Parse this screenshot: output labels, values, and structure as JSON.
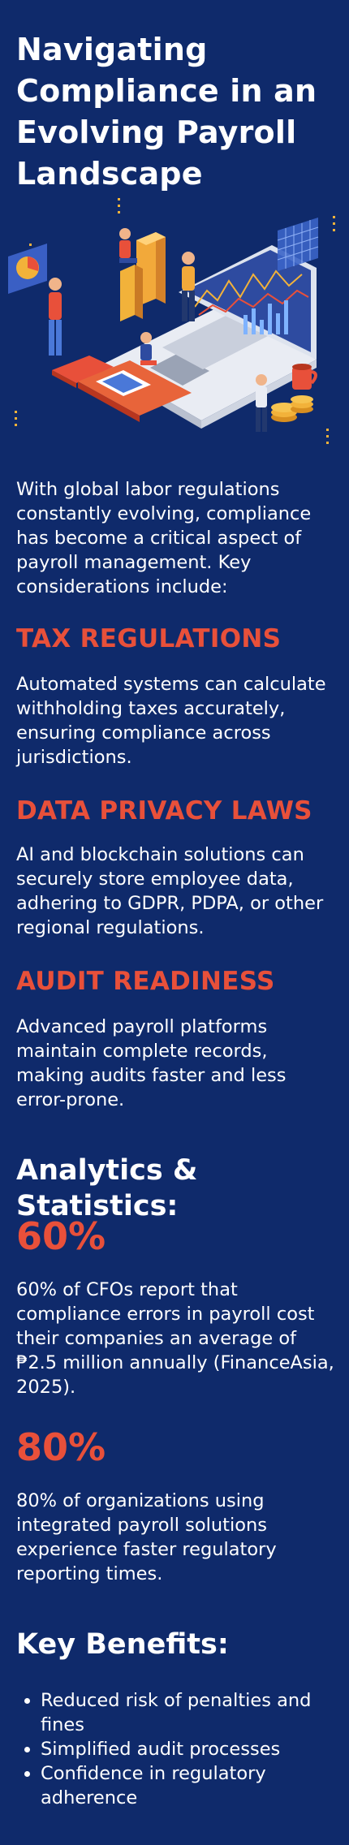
{
  "title": "Navigating Compliance in an Evolving Payroll Landscape",
  "intro": "With global labor regulations constantly evolving, compliance has become a critical aspect of payroll management. Key considerations include:",
  "sections": [
    {
      "heading": "TAX REGULATIONS",
      "body": "Automated systems can calculate withholding taxes accurately, ensuring compliance across jurisdictions."
    },
    {
      "heading": "DATA PRIVACY LAWS",
      "body": "AI and blockchain solutions can securely store employee data, adhering to GDPR, PDPA, or other regional regulations."
    },
    {
      "heading": "AUDIT READINESS",
      "body": "Advanced payroll platforms maintain complete records, making audits faster and less error-prone."
    }
  ],
  "analytics": {
    "heading": "Analytics & Statistics:",
    "stats": [
      {
        "value": "60%",
        "text": "60% of CFOs report that compliance errors in payroll cost their companies an average of ₱2.5 million annually (FinanceAsia, 2025)."
      },
      {
        "value": "80%",
        "text": "80% of organizations using integrated payroll solutions experience faster regulatory reporting times."
      }
    ]
  },
  "benefits": {
    "heading": "Key Benefits:",
    "items": [
      "Reduced risk of penalties and fines",
      "Simplified audit processes",
      "Confidence in regulatory adherence"
    ]
  },
  "colors": {
    "background": "#0f2a6b",
    "accent": "#e8503a",
    "text": "#ffffff"
  },
  "illustration": "isometric-laptop-analytics-illustration"
}
